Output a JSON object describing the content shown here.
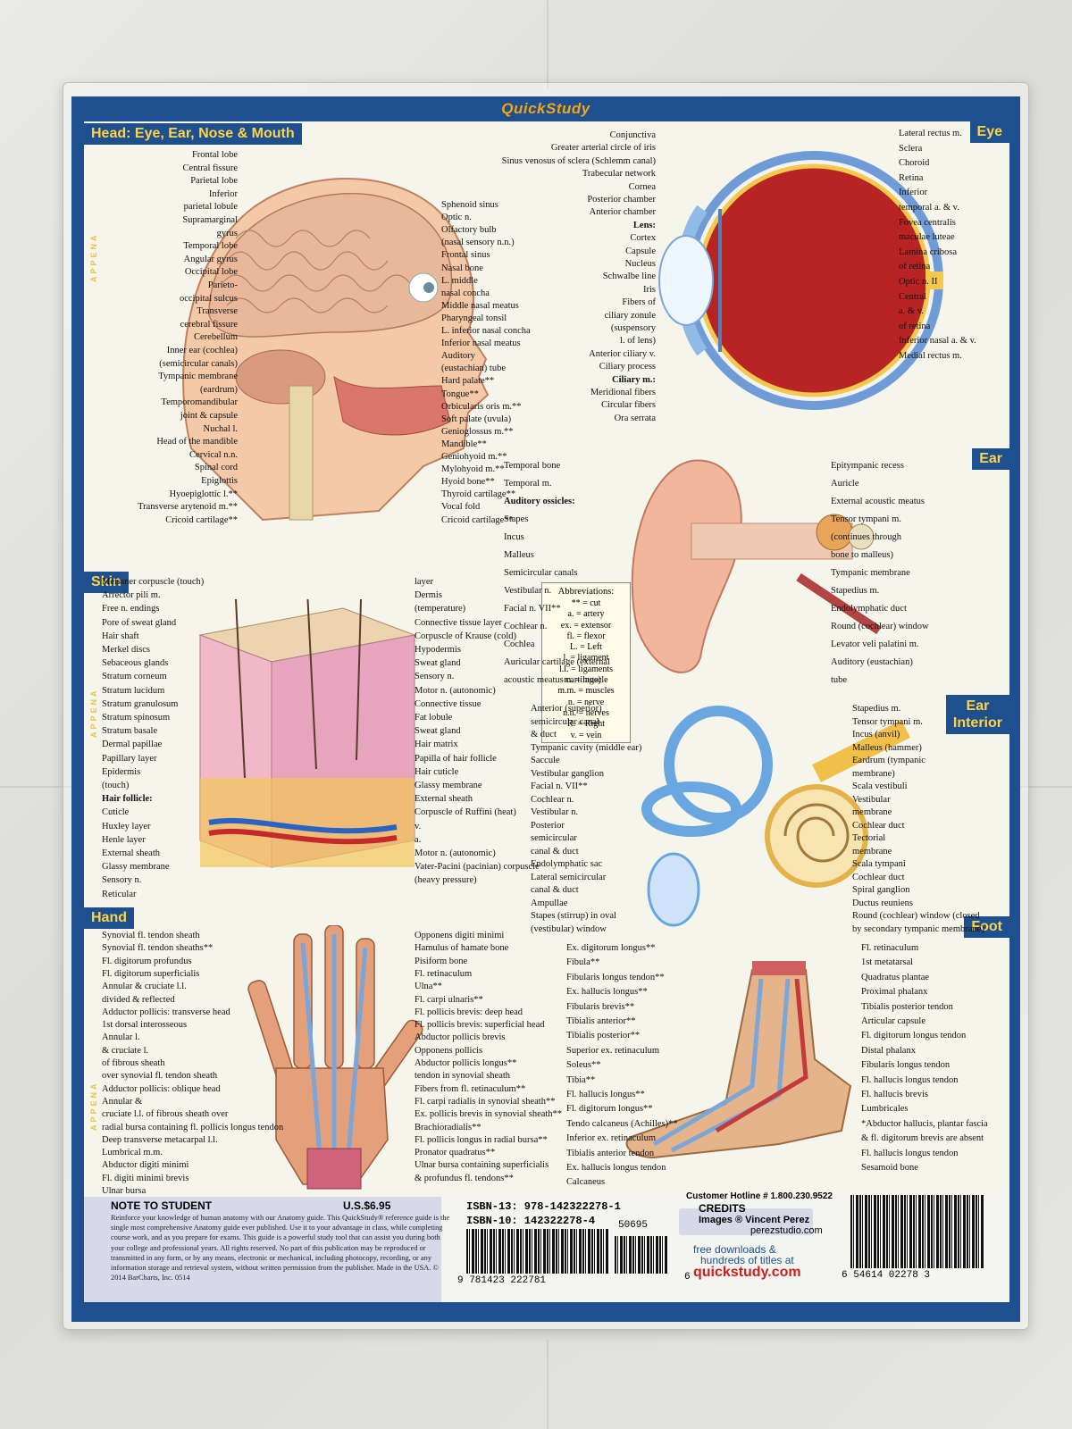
{
  "brand": "QuickStudy",
  "sections": {
    "head": "Head: Eye, Ear, Nose & Mouth",
    "eye": "Eye",
    "ear": "Ear",
    "ear_interior_1": "Ear",
    "ear_interior_2": "Interior",
    "skin": "Skin",
    "hand": "Hand",
    "foot": "Foot"
  },
  "side_text": "APPENA",
  "head_labels": [
    "Frontal lobe",
    "Central fissure",
    "Parietal lobe",
    "Inferior",
    "parietal lobule",
    "Supramarginal",
    "gyrus",
    "Temporal lobe",
    "Angular gyrus",
    "Occipital lobe",
    "Parieto-",
    "occipital sulcus",
    "Transverse",
    "cerebral fissure",
    "Cerebellum",
    "Inner ear (cochlea)",
    "(semicircular canals)",
    "Tympanic membrane",
    "(eardrum)",
    "Temporomandibular",
    "joint & capsule",
    "Nuchal l.",
    "Head of the mandible",
    "Cervical n.n.",
    "Spinal cord",
    "Epiglottis",
    "Hyoepiglottic l.**",
    "Transverse arytenoid m.**",
    "Cricoid cartilage**"
  ],
  "head_labels_right": [
    "Sphenoid sinus",
    "Optic n.",
    "Olfactory bulb",
    "(nasal sensory n.n.)",
    "Frontal sinus",
    "Nasal bone",
    "L. middle",
    "nasal concha",
    "Middle nasal meatus",
    "Pharyngeal tonsil",
    "L. inferior nasal concha",
    "Inferior nasal meatus",
    "Auditory",
    "(eustachian) tube",
    "Hard palate**",
    "Tongue**",
    "Orbicularis oris m.**",
    "Soft palate (uvula)",
    "Genioglossus m.**",
    "Mandible**",
    "Geniohyoid m.**",
    "Mylohyoid m.**",
    "Hyoid bone**",
    "Thyroid cartilage**",
    "Vocal fold",
    "Cricoid cartilage**"
  ],
  "eye_labels_left": [
    "Conjunctiva",
    "Greater arterial circle of iris",
    "Sinus venosus of sclera (Schlemm canal)",
    "Trabecular network",
    "Cornea",
    "Posterior chamber",
    "Anterior chamber",
    "Lens:",
    "Cortex",
    "Capsule",
    "Nucleus",
    "Schwalbe line",
    "Iris",
    "Fibers of",
    "ciliary zonule",
    "(suspensory",
    "l. of lens)",
    "Anterior ciliary v.",
    "Ciliary process",
    "Ciliary m.:",
    "Meridional fibers",
    "Circular fibers",
    "Ora serrata"
  ],
  "eye_labels_right": [
    "Lateral rectus m.",
    "Sclera",
    "Choroid",
    "Retina",
    "Inferior",
    "temporal a. & v.",
    "Fovea centralis",
    "maculae luteae",
    "Lamina cribosa",
    "of retina",
    "Optic n. II",
    "Central",
    "a. & v.",
    "of retina",
    "Inferior nasal a. & v.",
    "Medial rectus m."
  ],
  "ear_labels": [
    "Temporal bone",
    "Temporal m.",
    "Auditory ossicles:",
    "Stapes",
    "Incus",
    "Malleus",
    "Semicircular canals",
    "Vestibular n.",
    "Facial n. VII**",
    "Cochlear n.",
    "Cochlea",
    "Auricular cartilage (external",
    "acoustic meatus cartilage)",
    "Epitympanic recess",
    "Auricle",
    "External acoustic meatus",
    "Tensor tympani m.",
    "(continues through",
    "bone to malleus)",
    "Tympanic membrane",
    "Stapedius m.",
    "Endolymphatic duct",
    "Round (cochlear) window",
    "Levator veli palatini m.",
    "Auditory (eustachian)",
    "tube"
  ],
  "skin_labels": [
    "Meissner corpuscle (touch)",
    "Arrector pili m.",
    "Free n. endings",
    "Pore of sweat gland",
    "Hair shaft",
    "Merkel discs",
    "Sebaceous glands",
    "Stratum corneum",
    "Stratum lucidum",
    "Stratum granulosum",
    "Stratum spinosum",
    "Stratum basale",
    "Dermal papillae",
    "Papillary layer",
    "Epidermis",
    "(touch)",
    "Hair follicle:",
    "Cuticle",
    "Huxley layer",
    "Henle layer",
    "External sheath",
    "Glassy membrane",
    "Sensory n.",
    "Reticular",
    "layer",
    "Dermis",
    "(temperature)",
    "Connective tissue layer",
    "Corpuscle of Krause (cold)",
    "Hypodermis",
    "Sweat gland",
    "Sensory n.",
    "Motor n. (autonomic)",
    "Connective tissue",
    "Fat lobule",
    "Sweat gland",
    "Hair matrix",
    "Papilla of hair follicle",
    "Hair cuticle",
    "Glassy membrane",
    "External sheath",
    "Corpuscle of Ruffini (heat)",
    "v.",
    "a.",
    "Motor n. (autonomic)",
    "Vater-Pacini (pacinian) corpuscle",
    "(heavy pressure)"
  ],
  "abbreviations": {
    "title": "Abbreviations:",
    "rows": [
      "** = cut",
      "a. = artery",
      "ex. = extensor",
      "fl. = flexor",
      "L. = Left",
      "l. = ligament",
      "l.l. = ligaments",
      "m. = muscle",
      "m.m. = muscles",
      "n. = nerve",
      "n.n. = nerves",
      "R. = Right",
      "v. = vein"
    ]
  },
  "ear_interior_labels": [
    "Anterior (superior)",
    "semicircular canal",
    "& duct",
    "Tympanic cavity (middle ear)",
    "Saccule",
    "Vestibular ganglion",
    "Facial n. VII**",
    "Cochlear n.",
    "Vestibular n.",
    "Posterior",
    "semicircular",
    "canal & duct",
    "Endolymphatic sac",
    "Lateral semicircular",
    "canal & duct",
    "Ampullae",
    "Stapes (stirrup) in oval",
    "(vestibular) window",
    "Stapedius m.",
    "Tensor tympani m.",
    "Incus (anvil)",
    "Malleus (hammer)",
    "Eardrum (tympanic",
    "membrane)",
    "Scala vestibuli",
    "Vestibular",
    "membrane",
    "Cochlear duct",
    "Tectorial",
    "membrane",
    "Scala tympani",
    "Cochlear duct",
    "Spiral ganglion",
    "Ductus reuniens",
    "Round (cochlear) window (closed",
    "by secondary tympanic membrane)"
  ],
  "hand_labels": [
    "Synovial fl. tendon sheath",
    "Synovial fl. tendon sheaths**",
    "Fl. digitorum profundus",
    "Fl. digitorum superficialis",
    "Annular & cruciate l.l.",
    "divided & reflected",
    "Adductor pollicis: transverse head",
    "1st dorsal interosseous",
    "Annular l.",
    "& cruciate l.",
    "of fibrous sheath",
    "over synovial fl. tendon sheath",
    "Adductor pollicis: oblique head",
    "Annular &",
    "cruciate l.l. of fibrous sheath over",
    "radial bursa containing fl. pollicis longus tendon",
    "Deep transverse metacarpal l.l.",
    "Lumbrical m.m.",
    "Abductor digiti minimi",
    "Fl. digiti minimi brevis",
    "Ulnar bursa",
    "Opponens digiti minimi",
    "Hamulus of hamate bone",
    "Pisiform bone",
    "Fl. retinaculum",
    "Ulna**",
    "Fl. carpi ulnaris**",
    "Fl. pollicis brevis: deep head",
    "Fl. pollicis brevis: superficial head",
    "Abductor pollicis brevis",
    "Opponens pollicis",
    "Abductor pollicis longus**",
    "tendon in synovial sheath",
    "Fibers from fl. retinaculum**",
    "Fl. carpi radialis in synovial sheath**",
    "Ex. pollicis brevis in synovial sheath**",
    "Brachioradialis**",
    "Fl. pollicis longus in radial bursa**",
    "Pronator quadratus**",
    "Ulnar bursa containing superficialis",
    "& profundus fl. tendons**"
  ],
  "foot_labels": [
    "Ex. digitorum longus**",
    "Fibula**",
    "Fibularis longus tendon**",
    "Ex. hallucis longus**",
    "Fibularis brevis**",
    "Tibialis anterior**",
    "Tibialis posterior**",
    "Superior ex. retinaculum",
    "Soleus**",
    "Tibia**",
    "Fl. hallucis longus**",
    "Fl. digitorum longus**",
    "Tendo calcaneus (Achilles)**",
    "Inferior ex. retinaculum",
    "Tibialis anterior tendon",
    "Ex. hallucis longus tendon",
    "Calcaneus",
    "Fl. retinaculum",
    "1st metatarsal",
    "Quadratus plantae",
    "Proximal phalanx",
    "Tibialis posterior tendon",
    "Articular capsule",
    "Fl. digitorum longus tendon",
    "Distal phalanx",
    "Fibularis longus tendon",
    "Fl. hallucis longus tendon",
    "Fl. hallucis brevis",
    "Lumbricales",
    "*Abductor hallucis, plantar fascia",
    "& fl. digitorum brevis are absent",
    "Fl. hallucis longus tendon",
    "Sesamoid bone"
  ],
  "footer": {
    "note_title": "NOTE TO STUDENT",
    "price": "U.S.$6.95",
    "note_text": "Reinforce your knowledge of human anatomy with our Anatomy guide. This QuickStudy® reference guide is the single most comprehensive Anatomy guide ever published. Use it to your advantage in class, while completing course work, and as you prepare for exams. This guide is a powerful study tool that can assist you during both your college and professional years. All rights reserved. No part of this publication may be reproduced or transmitted in any form, or by any means, electronic or mechanical, including photocopy, recording, or any information storage and retrieval system, without written permission from the publisher. Made in the USA. © 2014 BarCharts, Inc. 0514",
    "isbn13": "ISBN-13: 978-142322278-1",
    "isbn10": "ISBN-10: 142322278-4",
    "barcode1_num": "9 781423 222781",
    "barcode2_num": "50695",
    "hotline": "Customer Hotline # 1.800.230.9522",
    "credits_title": "CREDITS",
    "credits_images": "Images ® Vincent Perez",
    "credits_site": "perezstudio.com",
    "free_downloads": "free downloads &",
    "hundreds": "hundreds of titles at",
    "url": "quickstudy.com",
    "url_prefix": "6",
    "upc_num": "6 54614 02278 3"
  }
}
